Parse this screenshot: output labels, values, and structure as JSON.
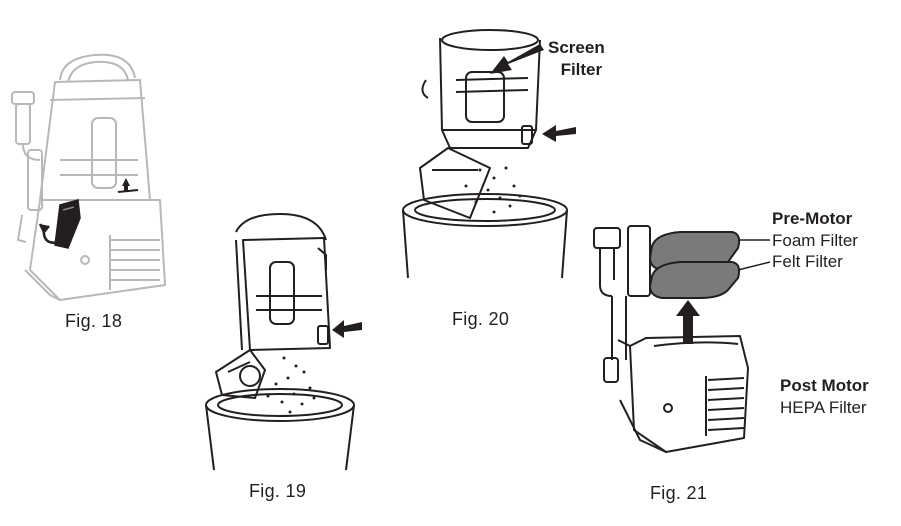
{
  "figures": [
    {
      "id": "fig18",
      "caption": "Fig. 18"
    },
    {
      "id": "fig19",
      "caption": "Fig. 19"
    },
    {
      "id": "fig20",
      "caption": "Fig. 20",
      "callout": {
        "line1": "Screen",
        "line2": "Filter"
      }
    },
    {
      "id": "fig21",
      "caption": "Fig. 21",
      "callouts": [
        {
          "bold": "Pre-Motor",
          "normal": "Foam Filter"
        },
        {
          "bold": "",
          "normal": "Felt Filter"
        },
        {
          "bold": "Post Motor",
          "normal": "HEPA Filter"
        }
      ]
    }
  ],
  "colors": {
    "line": "#231f20",
    "faded": "#b8b8b8",
    "filter": "#7a7a7a",
    "arrow": "#231f20"
  },
  "icons": [
    "arrow-icon",
    "rotate-arrow-icon"
  ]
}
